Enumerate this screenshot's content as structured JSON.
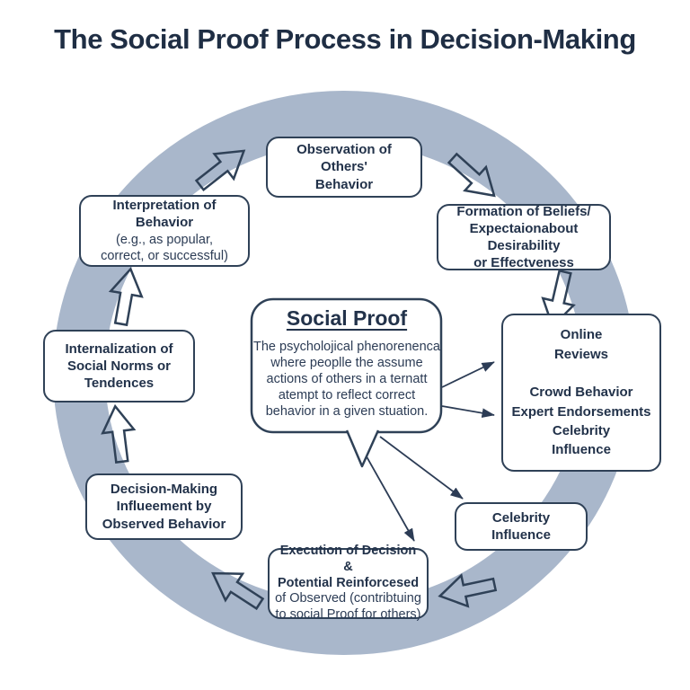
{
  "title": "The Social Proof Process in Decision-Making",
  "bubble": {
    "heading": "Social Proof",
    "body": "The psycholojical phenorenenca\nwhere peoplle the assume\nactions of others in a ternatt\natempt to reflect correct\nbehavior in a given stuation."
  },
  "nodes": {
    "observation": {
      "title": "Observation of Others'\nBehavior"
    },
    "formation": {
      "title": "Formation of Beliefs/\nExpectaionabout Desirability\nor Effectveness"
    },
    "examples": {
      "title": "Online\nReviews\n\nCrowd Behavior\nExpert Endorsements\nCelebrity\nInfluence"
    },
    "celebrity": {
      "title": "Celebrity\nInfluence"
    },
    "execution": {
      "title": "Execution of Decision &\nPotential Reinforcesed",
      "subtitle": "of Observed (contribtuing\nto social Proof for others)"
    },
    "decision": {
      "title": "Decision-Making\nInflueement by\nObserved Behavior"
    },
    "internalization": {
      "title": "Internalization of\nSocial Norms or\nTendences"
    },
    "interpretation": {
      "title": "Interpretation of Behavior",
      "subtitle": "(e.g., as popular,\ncorrect, or successful)"
    }
  },
  "colors": {
    "band": "#a9b7cb",
    "node_border": "#2f4157",
    "text": "#22324a",
    "title": "#1f2e44",
    "background": "#ffffff"
  },
  "icons": {
    "cycle_arrows": [
      "arrow-up-right",
      "arrow-down-right",
      "arrow-down",
      "arrow-down-left",
      "arrow-up-left",
      "arrow-up",
      "arrow-up"
    ],
    "connector_arrows": [
      "bubble-to-examples-upper",
      "bubble-to-examples-lower",
      "bubble-to-celebrity",
      "bubble-to-execution"
    ]
  }
}
